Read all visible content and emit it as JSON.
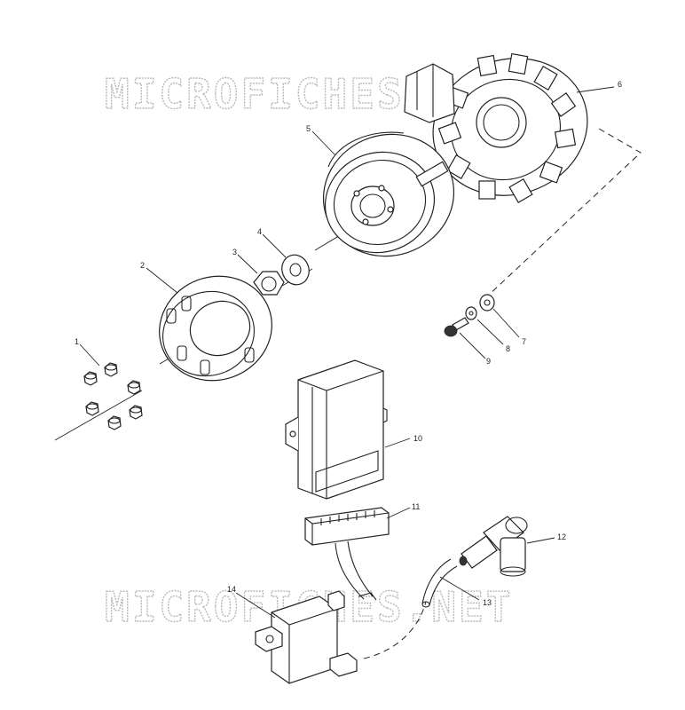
{
  "watermarks": {
    "top": "MICROFICHES.NET",
    "bottom": "MICROFICHES.NET"
  },
  "callouts": {
    "c1": "1",
    "c2": "2",
    "c3": "3",
    "c4": "4",
    "c5": "5",
    "c6": "6",
    "c7": "7",
    "c8": "8",
    "c9": "9",
    "c10": "10",
    "c11": "11",
    "c12": "12",
    "c13": "13",
    "c14": "14"
  },
  "parts": [
    {
      "ref": "1",
      "name": "bolt-group"
    },
    {
      "ref": "2",
      "name": "starter-pulley"
    },
    {
      "ref": "3",
      "name": "nut"
    },
    {
      "ref": "4",
      "name": "washer"
    },
    {
      "ref": "5",
      "name": "flywheel"
    },
    {
      "ref": "6",
      "name": "stator"
    },
    {
      "ref": "7",
      "name": "washer"
    },
    {
      "ref": "8",
      "name": "lock-washer"
    },
    {
      "ref": "9",
      "name": "screw"
    },
    {
      "ref": "10",
      "name": "cdi-box"
    },
    {
      "ref": "11",
      "name": "connector"
    },
    {
      "ref": "12",
      "name": "spark-plug-cap"
    },
    {
      "ref": "13",
      "name": "high-tension-lead"
    },
    {
      "ref": "14",
      "name": "ignition-coil"
    }
  ],
  "colors": {
    "ink": "#222222",
    "watermark": "#b9b9b9",
    "background": "#ffffff"
  }
}
